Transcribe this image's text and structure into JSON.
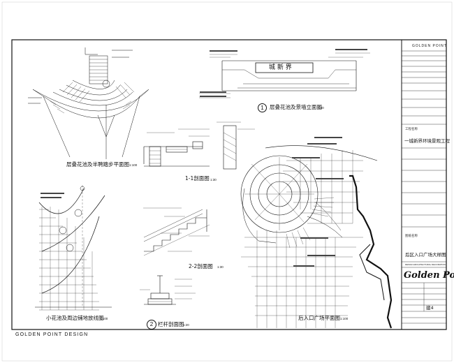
{
  "brand": {
    "top_name": "GOLDEN POINT",
    "footer": "GOLDEN POINT DESIGN",
    "logo": "Golden Point",
    "logo_sub": "DESIGN ARCHITECTURAL DECORATION"
  },
  "drawings": {
    "sign_text": "城 新 界",
    "elev_title": "层叠花池及景墙立面图",
    "elev_no": "1",
    "elev_scale": "1:30",
    "curved_title": "层叠花池及半聘踏步平面图",
    "curved_scale": "1:100",
    "sec11_title": "1-1剖面图",
    "sec11_scale": "1:30",
    "sec22_title": "2-2剖面图",
    "sec22_scale": "1:30",
    "rail_title": "栏杆剖面图",
    "rail_no": "2",
    "rail_scale": "1:20",
    "small_title": "小花池及周边铺地放线图",
    "small_scale": "1:100",
    "plaza_title": "后入口广场平面图",
    "plaza_scale": "1:100"
  },
  "title_block": {
    "project_label": "工程名称",
    "project_name": "一城新界环境景观工程",
    "drawing_label": "图纸名称",
    "drawing_name": "后区入口广场大样图",
    "sheet_no": "建4"
  }
}
